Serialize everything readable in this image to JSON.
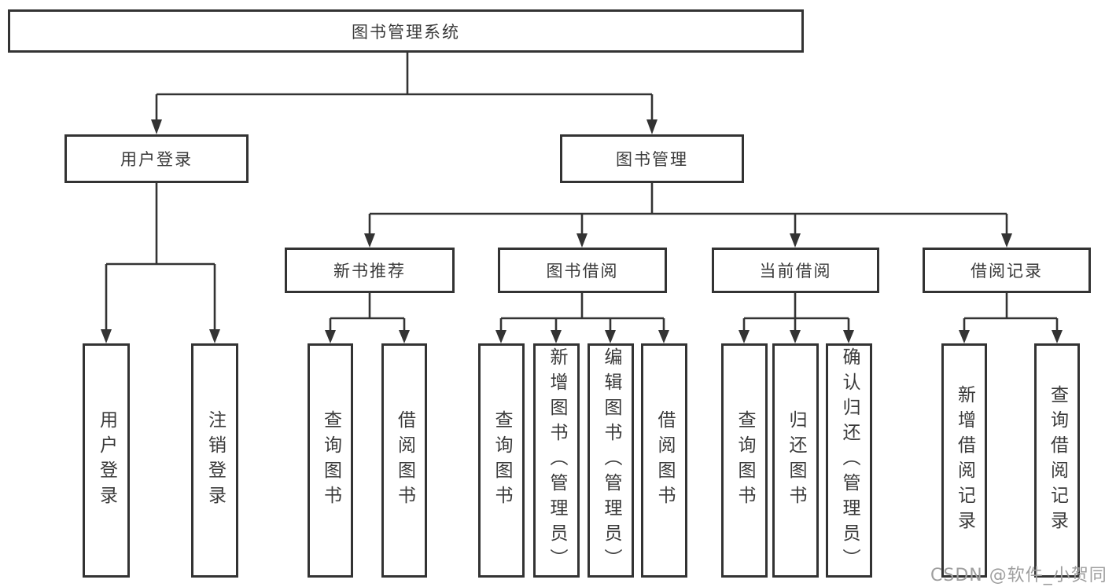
{
  "diagram": {
    "root": {
      "label": "图书管理系统"
    },
    "user_login": {
      "label": "用户登录",
      "children": [
        {
          "label": "用户登录"
        },
        {
          "label": "注销登录"
        }
      ]
    },
    "book_mgmt": {
      "label": "图书管理",
      "sections": [
        {
          "label": "新书推荐",
          "children": [
            {
              "label": "查询图书"
            },
            {
              "label": "借阅图书"
            }
          ]
        },
        {
          "label": "图书借阅",
          "children": [
            {
              "label": "查询图书"
            },
            {
              "label": "新增图书（管理员）"
            },
            {
              "label": "编辑图书（管理员）"
            },
            {
              "label": "借阅图书"
            }
          ]
        },
        {
          "label": "当前借阅",
          "children": [
            {
              "label": "查询图书"
            },
            {
              "label": "归还图书"
            },
            {
              "label": "确认归还（管理员）"
            }
          ]
        },
        {
          "label": "借阅记录",
          "children": [
            {
              "label": "新增借阅记录"
            },
            {
              "label": "查询借阅记录"
            }
          ]
        }
      ]
    },
    "colors": {
      "line": "#333333",
      "box_border": "#333333",
      "text": "#3a3a3a",
      "background": "#ffffff",
      "watermark": "#9e9e9e"
    }
  },
  "watermark": {
    "text": "CSDN @软件_小贺同学"
  }
}
